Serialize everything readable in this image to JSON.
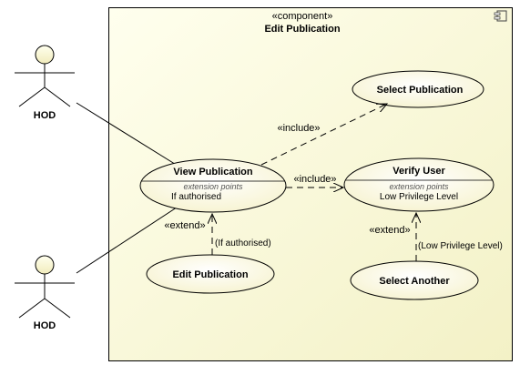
{
  "component": {
    "stereotype": "«component»",
    "name": "Edit Publication"
  },
  "actors": [
    {
      "name": "HOD"
    },
    {
      "name": "HOD"
    }
  ],
  "use_cases": {
    "select_publication": {
      "name": "Select Publication"
    },
    "view_publication": {
      "name": "View Publication",
      "extension_points_label": "extension points",
      "extension_point": "If authorised"
    },
    "verify_user": {
      "name": "Verify User",
      "extension_points_label": "extension points",
      "extension_point": "Low Privilege Level"
    },
    "edit_publication": {
      "name": "Edit Publication"
    },
    "select_another": {
      "name": "Select Another"
    }
  },
  "relationships": {
    "include_select": "«include»",
    "include_verify": "«include»",
    "extend_edit": "«extend»",
    "extend_edit_condition": "(If authorised)",
    "extend_select_another": "«extend»",
    "extend_select_another_condition": "(Low Privilege Level)"
  },
  "colors": {
    "component_fill_start": "#ffffee",
    "component_fill_end": "#f5f3c8",
    "usecase_fill": "#fdfbe4",
    "stroke": "#000000"
  }
}
